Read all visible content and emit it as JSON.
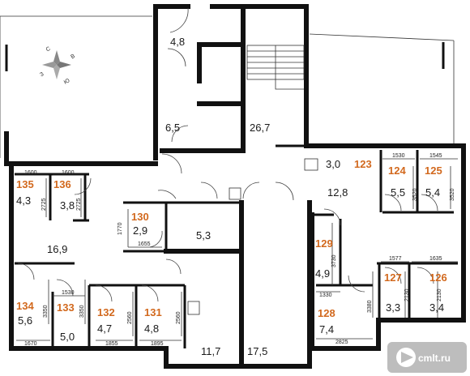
{
  "rooms": [
    {
      "id": "r-48",
      "area": "4,8",
      "number": ""
    },
    {
      "id": "r-65",
      "area": "6,5",
      "number": ""
    },
    {
      "id": "r-267",
      "area": "26,7",
      "number": ""
    },
    {
      "id": "r-30",
      "area": "3,0",
      "number": ""
    },
    {
      "id": "r-123",
      "area": "12,8",
      "number": "123"
    },
    {
      "id": "r-124",
      "area": "5,5",
      "number": "124"
    },
    {
      "id": "r-125",
      "area": "5,4",
      "number": "125"
    },
    {
      "id": "r-135",
      "area": "4,3",
      "number": "135"
    },
    {
      "id": "r-136",
      "area": "3,8",
      "number": "136"
    },
    {
      "id": "r-130",
      "area": "2,9",
      "number": "130"
    },
    {
      "id": "r-53",
      "area": "5,3",
      "number": ""
    },
    {
      "id": "r-169",
      "area": "16,9",
      "number": ""
    },
    {
      "id": "r-129",
      "area": "4,9",
      "number": "129"
    },
    {
      "id": "r-127",
      "area": "3,3",
      "number": "127"
    },
    {
      "id": "r-126",
      "area": "3,4",
      "number": "126"
    },
    {
      "id": "r-134",
      "area": "5,6",
      "number": "134"
    },
    {
      "id": "r-133",
      "area": "5,0",
      "number": "133"
    },
    {
      "id": "r-132",
      "area": "4,7",
      "number": "132"
    },
    {
      "id": "r-131",
      "area": "4,8",
      "number": "131"
    },
    {
      "id": "r-128",
      "area": "7,4",
      "number": "128"
    },
    {
      "id": "r-117",
      "area": "11,7",
      "number": ""
    },
    {
      "id": "r-175",
      "area": "17,5",
      "number": ""
    }
  ],
  "dimensions": [
    "1600",
    "1600",
    "2725",
    "2725",
    "1770",
    "1655",
    "1530",
    "1545",
    "3520",
    "3520",
    "3730",
    "1330",
    "1577",
    "1635",
    "2130",
    "2130",
    "3380",
    "2825",
    "1530",
    "3350",
    "3350",
    "1670",
    "2560",
    "1855",
    "2560",
    "1895"
  ],
  "compass": {
    "c": "С",
    "v": "В",
    "z": "З",
    "yu": "Ю"
  },
  "watermark": {
    "text": "cmlt.ru"
  }
}
